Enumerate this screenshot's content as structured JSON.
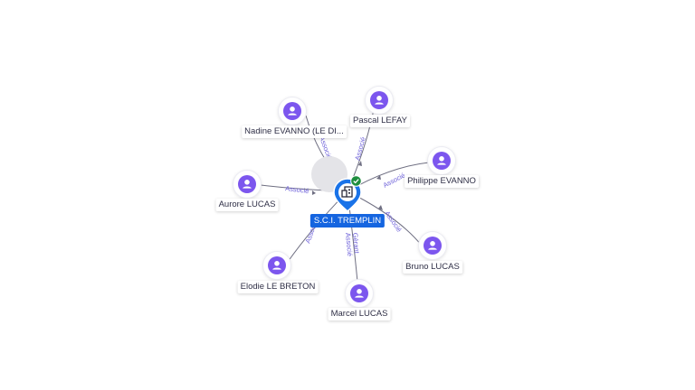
{
  "company": {
    "name": "S.C.I. TREMPLIN",
    "icon": "building-icon",
    "badge_icon": "check-icon",
    "colors": {
      "pin": "#1a73e8",
      "label_bg": "#1565e0",
      "badge": "#1e8e3e"
    }
  },
  "people": [
    {
      "name": "Nadine EVANNO (LE DI...",
      "relation": "Associé"
    },
    {
      "name": "Pascal LEFAY",
      "relation": "Associé"
    },
    {
      "name": "Philippe EVANNO",
      "relation": "Associé"
    },
    {
      "name": "Aurore LUCAS",
      "relation": "Associé"
    },
    {
      "name": "Bruno LUCAS",
      "relation": "Associé"
    },
    {
      "name": "Elodie LE BRETON",
      "relation": "Associé"
    },
    {
      "name": "Marcel LUCAS",
      "relation_lines": [
        "Gérant",
        "Associé"
      ]
    }
  ],
  "style": {
    "person_color": "#7c56ee",
    "edge_color": "#6f6f82",
    "edge_label_color": "#6c5fd9"
  }
}
